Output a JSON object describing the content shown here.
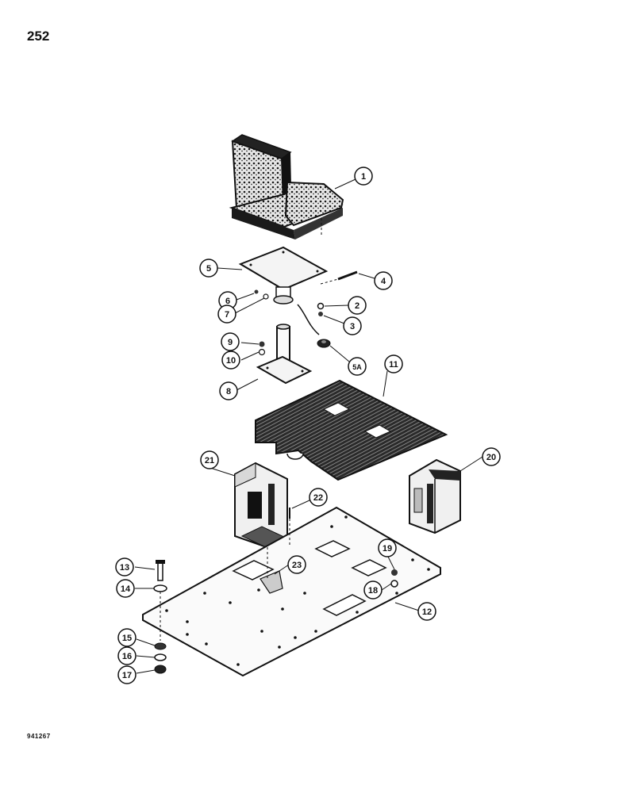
{
  "page": {
    "number": "252",
    "code": "941267"
  },
  "callouts": [
    {
      "id": "c1",
      "label": "1"
    },
    {
      "id": "c2",
      "label": "2"
    },
    {
      "id": "c3",
      "label": "3"
    },
    {
      "id": "c4",
      "label": "4"
    },
    {
      "id": "c5",
      "label": "5"
    },
    {
      "id": "c5a",
      "label": "5A"
    },
    {
      "id": "c6",
      "label": "6"
    },
    {
      "id": "c7",
      "label": "7"
    },
    {
      "id": "c8",
      "label": "8"
    },
    {
      "id": "c9",
      "label": "9"
    },
    {
      "id": "c10",
      "label": "10"
    },
    {
      "id": "c11",
      "label": "11"
    },
    {
      "id": "c12",
      "label": "12"
    },
    {
      "id": "c13",
      "label": "13"
    },
    {
      "id": "c14",
      "label": "14"
    },
    {
      "id": "c15",
      "label": "15"
    },
    {
      "id": "c16",
      "label": "16"
    },
    {
      "id": "c17",
      "label": "17"
    },
    {
      "id": "c18",
      "label": "18"
    },
    {
      "id": "c19",
      "label": "19"
    },
    {
      "id": "c20",
      "label": "20"
    },
    {
      "id": "c21",
      "label": "21"
    },
    {
      "id": "c22",
      "label": "22"
    },
    {
      "id": "c23",
      "label": "23"
    }
  ]
}
